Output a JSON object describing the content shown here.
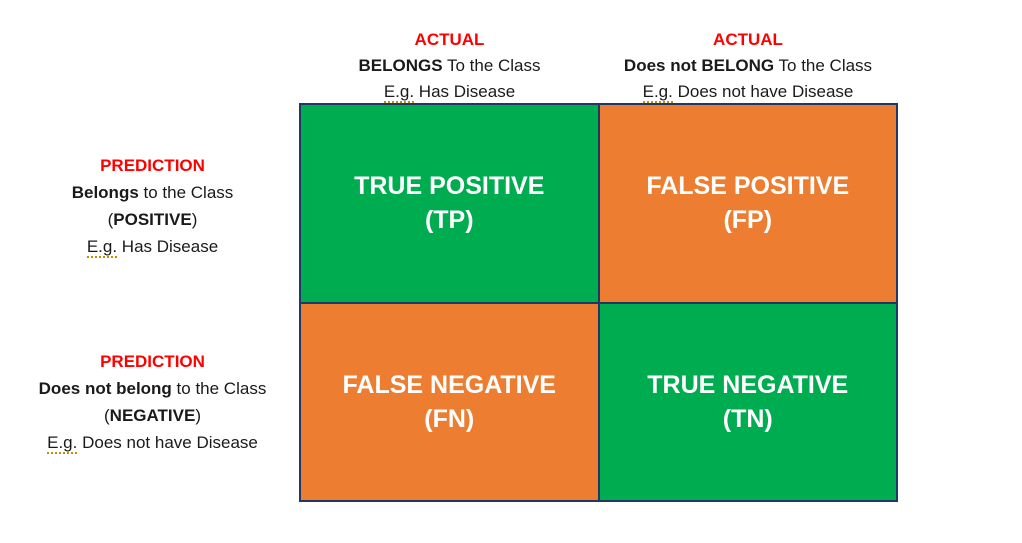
{
  "diagram": {
    "columns": [
      {
        "label": "ACTUAL",
        "desc_bold": "BELONGS",
        "desc_rest": " To the Class",
        "example_underlined": "E.g.",
        "example_rest": " Has Disease"
      },
      {
        "label": "ACTUAL",
        "desc_bold": "Does not BELONG",
        "desc_rest": " To the Class",
        "example_underlined": "E.g.",
        "example_rest": " Does not have Disease"
      }
    ],
    "rows": [
      {
        "label": "PREDICTION",
        "desc_bold": "Belongs",
        "desc_rest": " to the Class",
        "class_open": "(",
        "class_bold": "POSITIVE",
        "class_close": ")",
        "example_underlined": "E.g.",
        "example_rest": " Has Disease"
      },
      {
        "label": "PREDICTION",
        "desc_bold": "Does not belong",
        "desc_rest": " to the Class",
        "class_open": "(",
        "class_bold": "NEGATIVE",
        "class_close": ")",
        "example_underlined": "E.g.",
        "example_rest": " Does not have Disease"
      }
    ],
    "cells": [
      {
        "title": "TRUE POSITIVE",
        "abbr": "(TP)",
        "variant": "green"
      },
      {
        "title": "FALSE POSITIVE",
        "abbr": "(FP)",
        "variant": "orange"
      },
      {
        "title": "FALSE NEGATIVE",
        "abbr": "(FN)",
        "variant": "orange"
      },
      {
        "title": "TRUE NEGATIVE",
        "abbr": "(TN)",
        "variant": "green"
      }
    ],
    "colors": {
      "true_cell": "#00AC50",
      "false_cell": "#ED7D31",
      "grid_border": "#1F3864",
      "heading_red": "#FF0000",
      "cell_text": "#FFFFFF",
      "body_text": "#1A1A1A",
      "spellcheck_underline": "#BF9000"
    }
  }
}
